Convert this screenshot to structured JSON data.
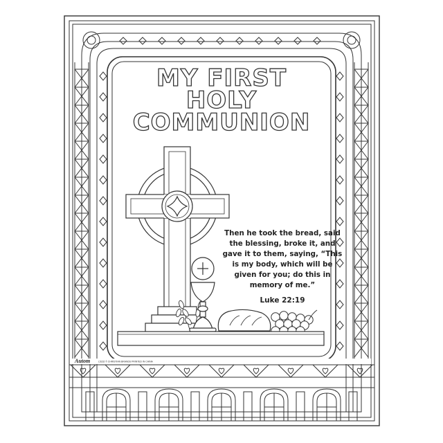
{
  "title": {
    "line1": "MY FIRST",
    "line2": "HOLY",
    "line3": "COMMUNION"
  },
  "verse": {
    "lines": [
      "Then he took the bread, said",
      "the blessing, broke it, and",
      "gave it to them, saying, “This",
      "is my body, which will be",
      "given for you; do this in",
      "memory of me.”"
    ],
    "citation": "Luke 22:19"
  },
  "footer": {
    "brand": "Autom",
    "fineprint": "L5232 © CHRISTIAN BRANDS PRINTED IN CHINA"
  },
  "colors": {
    "line": "#333333",
    "paper": "#ffffff"
  }
}
